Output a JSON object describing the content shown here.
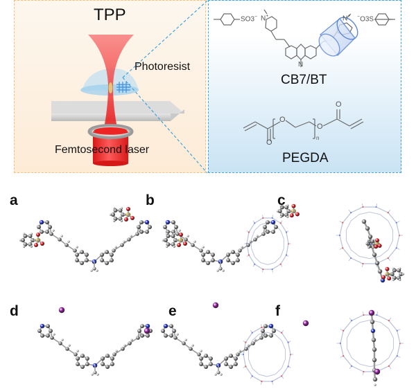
{
  "scheme": {
    "left_panel": {
      "title": "TPP",
      "photoresist_label": "Photoresist",
      "laser_label": "Femtosecond laser",
      "border_color": "#f5c17a",
      "beam_color": "#ee2a2a"
    },
    "right_panel": {
      "cb7bt": {
        "name": "CB7/BT",
        "left_anion": "SO3",
        "left_anion_charge": "−",
        "right_anion": "O3S",
        "right_anion_charge": "−",
        "nitrogen": "N",
        "nitrogen_charge": "+"
      },
      "pegda": {
        "name": "PEGDA",
        "oxygen": "O",
        "repeat_subscript": "n"
      },
      "border_color": "#3fa2d9"
    }
  },
  "panels": [
    {
      "label": "a",
      "description_icon": "bt-tosylate-molecule-icon"
    },
    {
      "label": "b",
      "description_icon": "cb7-bt-tosylate-complex-icon"
    },
    {
      "label": "c",
      "description_icon": "cb7-bt-tosylate-top-view-icon"
    },
    {
      "label": "d",
      "description_icon": "bt-iodide-molecule-icon"
    },
    {
      "label": "e",
      "description_icon": "cb7-bt-iodide-complex-icon"
    },
    {
      "label": "f",
      "description_icon": "cb7-bt-iodide-top-view-icon"
    }
  ],
  "atom_colors": {
    "carbon": "#8a8a8a",
    "hydrogen": "#d8d8d8",
    "nitrogen": "#1a2fd6",
    "oxygen": "#e0151b",
    "sulfur": "#e8c52a",
    "iodine": "#8e1a9a",
    "cb7_wire": "#bfc6d8"
  }
}
